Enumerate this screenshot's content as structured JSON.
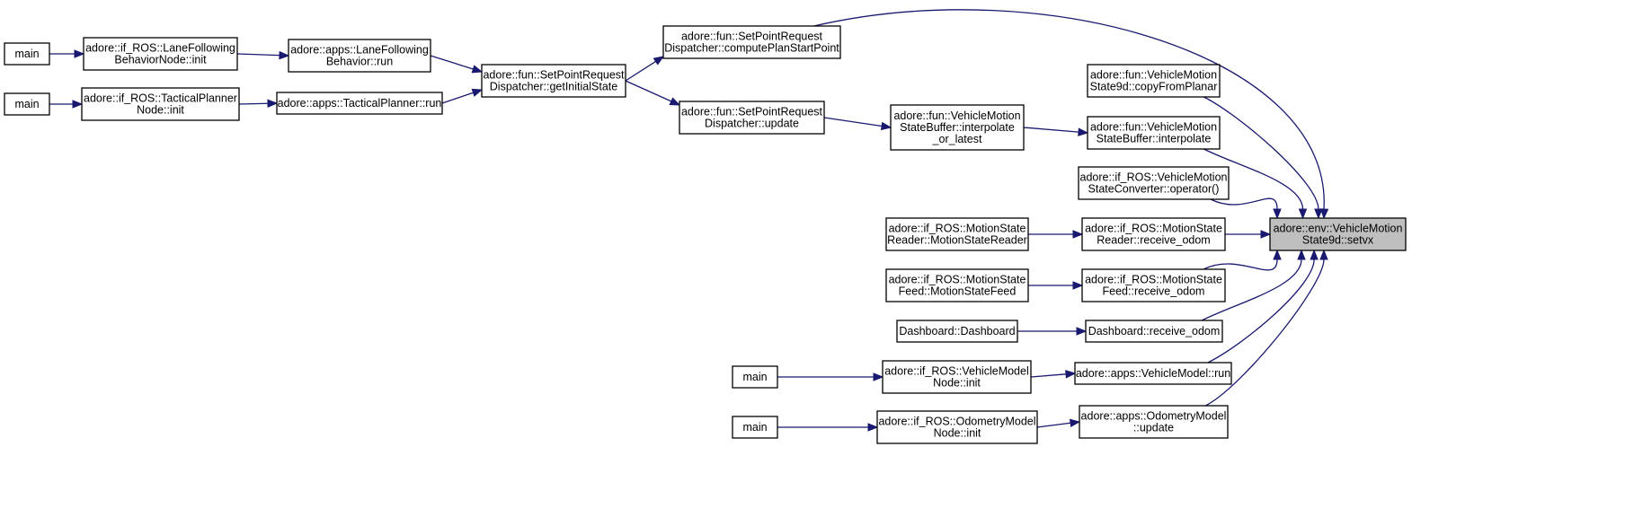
{
  "graph": {
    "nodes": [
      {
        "id": "main1",
        "lines": [
          "main"
        ]
      },
      {
        "id": "lf_init",
        "lines": [
          "adore::if_ROS::LaneFollowing",
          "BehaviorNode::init"
        ]
      },
      {
        "id": "lf_run",
        "lines": [
          "adore::apps::LaneFollowing",
          "Behavior::run"
        ]
      },
      {
        "id": "main2",
        "lines": [
          "main"
        ]
      },
      {
        "id": "tp_init",
        "lines": [
          "adore::if_ROS::TacticalPlanner",
          "Node::init"
        ]
      },
      {
        "id": "tp_run",
        "lines": [
          "adore::apps::TacticalPlanner::run"
        ]
      },
      {
        "id": "spr_init",
        "lines": [
          "adore::fun::SetPointRequest",
          "Dispatcher::getInitialState"
        ]
      },
      {
        "id": "spr_cps",
        "lines": [
          "adore::fun::SetPointRequest",
          "Dispatcher::computePlanStartPoint"
        ]
      },
      {
        "id": "spr_upd",
        "lines": [
          "adore::fun::SetPointRequest",
          "Dispatcher::update"
        ]
      },
      {
        "id": "vmsb_iol",
        "lines": [
          "adore::fun::VehicleMotion",
          "StateBuffer::interpolate",
          "_or_latest"
        ]
      },
      {
        "id": "vms_copy",
        "lines": [
          "adore::fun::VehicleMotion",
          "State9d::copyFromPlanar"
        ]
      },
      {
        "id": "vmsb_interp",
        "lines": [
          "adore::fun::VehicleMotion",
          "StateBuffer::interpolate"
        ]
      },
      {
        "id": "vmsc_op",
        "lines": [
          "adore::if_ROS::VehicleMotion",
          "StateConverter::operator()"
        ]
      },
      {
        "id": "msr_ctor",
        "lines": [
          "adore::if_ROS::MotionState",
          "Reader::MotionStateReader"
        ]
      },
      {
        "id": "msr_recv",
        "lines": [
          "adore::if_ROS::MotionState",
          "Reader::receive_odom"
        ]
      },
      {
        "id": "msf_ctor",
        "lines": [
          "adore::if_ROS::MotionState",
          "Feed::MotionStateFeed"
        ]
      },
      {
        "id": "msf_recv",
        "lines": [
          "adore::if_ROS::MotionState",
          "Feed::receive_odom"
        ]
      },
      {
        "id": "db_ctor",
        "lines": [
          "Dashboard::Dashboard"
        ]
      },
      {
        "id": "db_recv",
        "lines": [
          "Dashboard::receive_odom"
        ]
      },
      {
        "id": "main3",
        "lines": [
          "main"
        ]
      },
      {
        "id": "vm_init",
        "lines": [
          "adore::if_ROS::VehicleModel",
          "Node::init"
        ]
      },
      {
        "id": "vm_run",
        "lines": [
          "adore::apps::VehicleModel::run"
        ]
      },
      {
        "id": "main4",
        "lines": [
          "main"
        ]
      },
      {
        "id": "om_init",
        "lines": [
          "adore::if_ROS::OdometryModel",
          "Node::init"
        ]
      },
      {
        "id": "om_upd",
        "lines": [
          "adore::apps::OdometryModel",
          "::update"
        ]
      },
      {
        "id": "target",
        "lines": [
          "adore::env::VehicleMotion",
          "State9d::setvx"
        ],
        "focus": true
      }
    ],
    "edges": [
      [
        "main1",
        "lf_init"
      ],
      [
        "lf_init",
        "lf_run"
      ],
      [
        "lf_run",
        "spr_init"
      ],
      [
        "main2",
        "tp_init"
      ],
      [
        "tp_init",
        "tp_run"
      ],
      [
        "tp_run",
        "spr_init"
      ],
      [
        "spr_init",
        "spr_cps"
      ],
      [
        "spr_init",
        "spr_upd"
      ],
      [
        "spr_upd",
        "vmsb_iol"
      ],
      [
        "vmsb_iol",
        "vmsb_interp"
      ],
      [
        "spr_cps",
        "target"
      ],
      [
        "vms_copy",
        "target"
      ],
      [
        "vmsb_interp",
        "target"
      ],
      [
        "vmsc_op",
        "target"
      ],
      [
        "msr_ctor",
        "msr_recv"
      ],
      [
        "msr_recv",
        "target"
      ],
      [
        "msf_ctor",
        "msf_recv"
      ],
      [
        "msf_recv",
        "target"
      ],
      [
        "db_ctor",
        "db_recv"
      ],
      [
        "db_recv",
        "target"
      ],
      [
        "main3",
        "vm_init"
      ],
      [
        "vm_init",
        "vm_run"
      ],
      [
        "vm_run",
        "target"
      ],
      [
        "main4",
        "om_init"
      ],
      [
        "om_init",
        "om_upd"
      ],
      [
        "om_upd",
        "target"
      ]
    ],
    "colors": {
      "edge": "#191970",
      "focus_fill": "#bfbfbf",
      "node_border": "#000000"
    }
  }
}
